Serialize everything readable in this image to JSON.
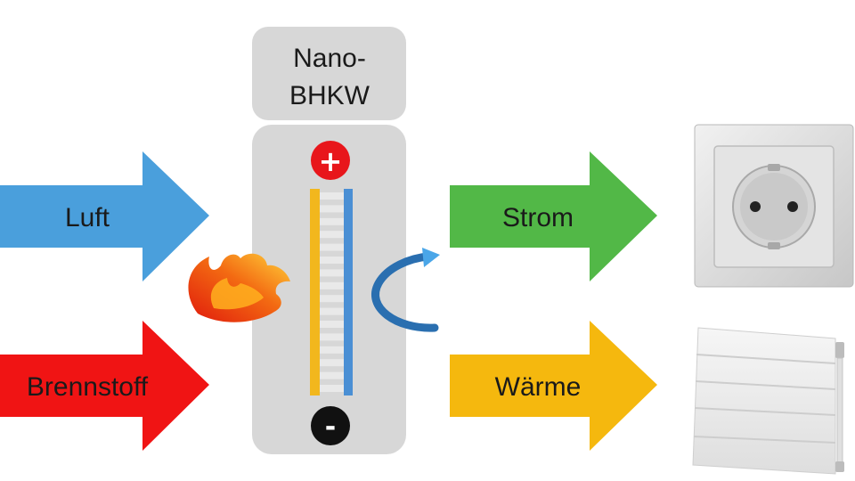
{
  "device": {
    "title_line1": "Nano-",
    "title_line2": "BHKW",
    "plus_sign": "+",
    "minus_sign": "-"
  },
  "inputs": [
    {
      "label": "Luft",
      "color": "#4a9fdc"
    },
    {
      "label": "Brennstoff",
      "color": "#f01414"
    }
  ],
  "outputs": [
    {
      "label": "Strom",
      "color": "#52b847"
    },
    {
      "label": "Wärme",
      "color": "#f5b80e"
    }
  ],
  "colors": {
    "device_body": "#d7d7d7",
    "anode_strip": "#f2b71d",
    "cathode_strip": "#4a8fd4",
    "electrolyte_bars": "#e9e9e9",
    "plus_circle": "#e8161b",
    "minus_circle": "#111111",
    "return_arrow": "#2a6fb0"
  },
  "icons": {
    "flame": "flame-icon",
    "socket": "power-socket-icon",
    "radiator": "radiator-icon"
  }
}
